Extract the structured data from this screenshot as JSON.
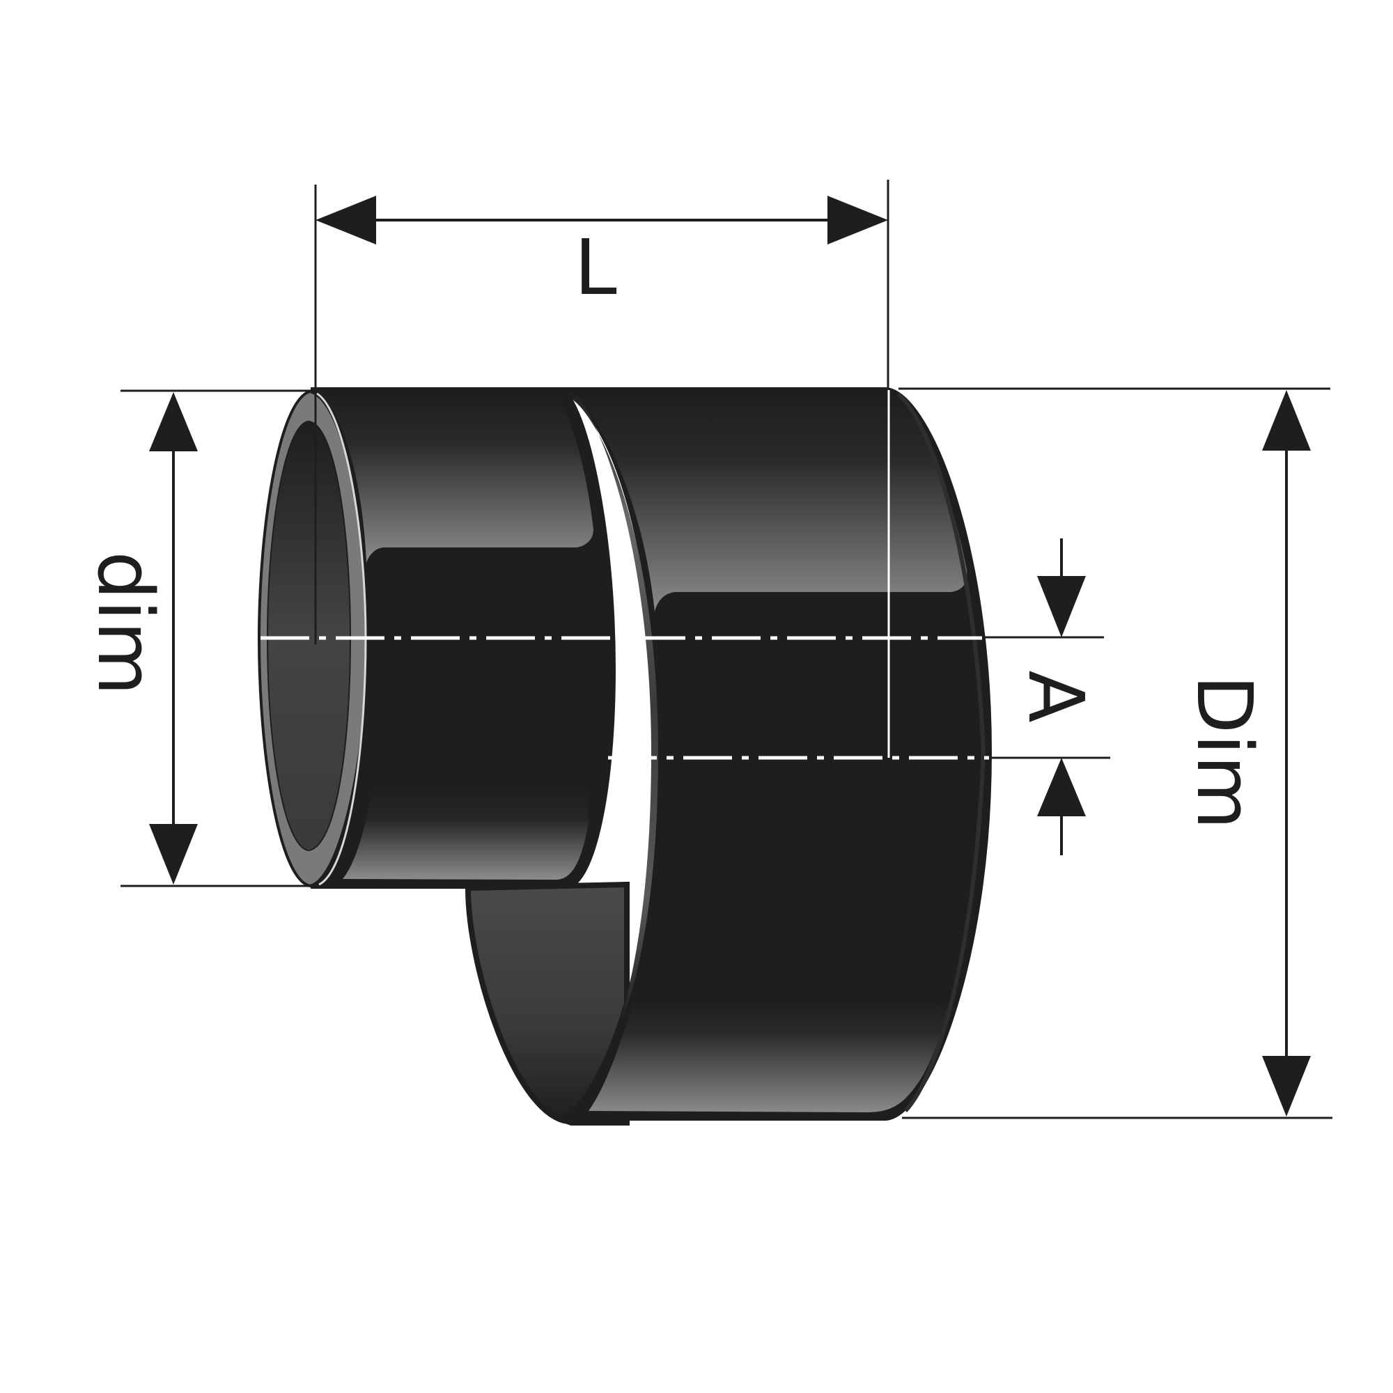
{
  "labels": {
    "length": "L",
    "small_diameter": "dim",
    "large_diameter": "Dim",
    "offset": "A"
  },
  "colors": {
    "body": "#1e1e1c",
    "highlight": "#8a8a88",
    "rim": "#7a7a78",
    "line": "#1e1e1c",
    "axis": "#ffffff"
  }
}
